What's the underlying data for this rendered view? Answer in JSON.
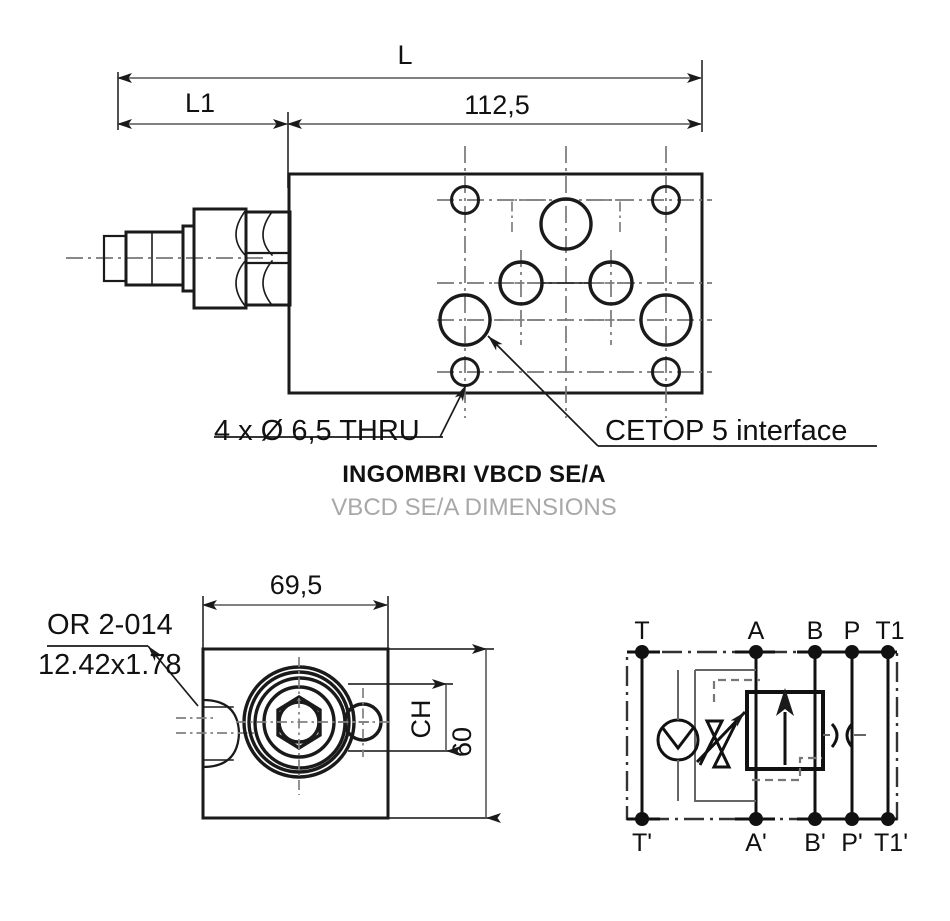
{
  "drawing": {
    "title_it": "INGOMBRI VBCD SE/A",
    "title_en": "VBCD SE/A DIMENSIONS"
  },
  "top_view": {
    "dimensions": {
      "overall_length": "L",
      "adjuster_length": "L1",
      "body_length": "112,5"
    },
    "notes": {
      "holes": "4 x Ø 6,5 THRU",
      "interface": "CETOP 5 interface"
    }
  },
  "end_view": {
    "dimensions": {
      "width": "69,5",
      "height": "60",
      "hex_size": "CH"
    },
    "notes": {
      "oring_code": "OR 2-014",
      "oring_size": "12.42x1.78"
    }
  },
  "schematic": {
    "ports_top": [
      "T",
      "A",
      "B",
      "P",
      "T1"
    ],
    "ports_bottom": [
      "T'",
      "A'",
      "B'",
      "P'",
      "T1'"
    ]
  },
  "colors": {
    "line": "#1a1a1a",
    "dim": "#565656",
    "center": "#777777",
    "subtitle": "#a8a8a8"
  }
}
